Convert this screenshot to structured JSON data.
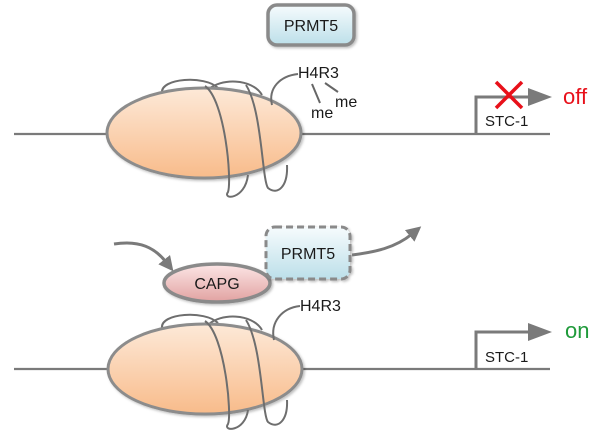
{
  "title": "PRMT5 / CAPG regulation of STC-1 transcription",
  "colors": {
    "nucleosome_fill_top": "#fde6d3",
    "nucleosome_fill_bottom": "#f8bd8e",
    "prmt5_fill_top": "#f4fafc",
    "prmt5_fill_bottom": "#bfe0ea",
    "capg_fill_top": "#fbe3e3",
    "capg_fill_bottom": "#e3a7a6",
    "outline": "#8a8a8a",
    "off_color": "#e8101a",
    "on_color": "#1f9a3a",
    "x_mark_color": "#e8101a"
  },
  "panels": [
    {
      "id": "top",
      "state": "repressed",
      "enzyme_label": "PRMT5",
      "enzyme_style": "solid",
      "histone_mark": "H4R3",
      "methyl_labels": [
        "me",
        "me"
      ],
      "gene_label": "STC-1",
      "transcription_blocked": true,
      "status_label": "off"
    },
    {
      "id": "bottom",
      "state": "active",
      "binder_label": "CAPG",
      "enzyme_label": "PRMT5",
      "enzyme_style": "dashed",
      "histone_mark": "H4R3",
      "gene_label": "STC-1",
      "transcription_blocked": false,
      "status_label": "on"
    }
  ]
}
